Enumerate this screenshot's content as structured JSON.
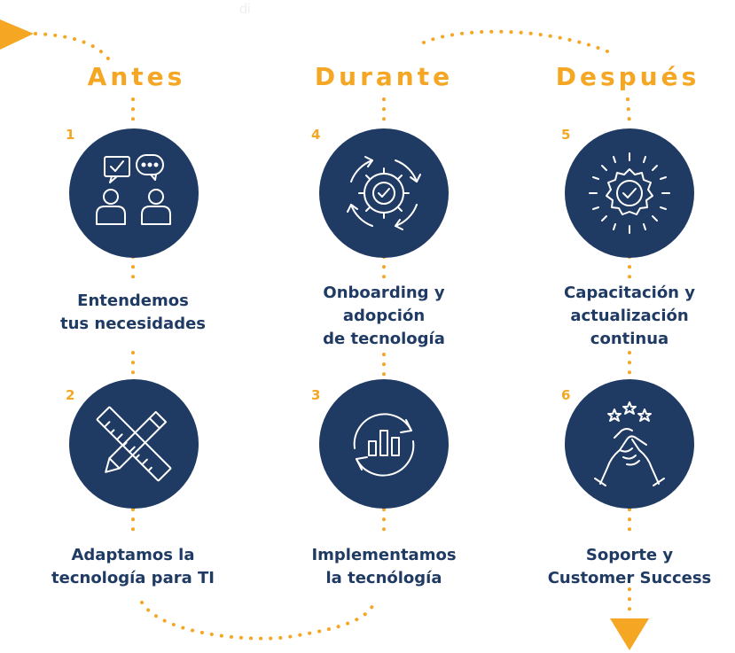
{
  "faint_text": "di",
  "phases": {
    "antes": "Antes",
    "durante": "Durante",
    "despues": "Después"
  },
  "steps": [
    {
      "number": "1",
      "icon": "conversation-icon",
      "label_lines": [
        "Entendemos",
        "tus necesidades"
      ]
    },
    {
      "number": "2",
      "icon": "ruler-pencil-icon",
      "label_lines": [
        "Adaptamos la",
        "tecnología para TI"
      ]
    },
    {
      "number": "3",
      "icon": "chart-cycle-icon",
      "label_lines": [
        "Implementamos",
        "la tecnólogía"
      ]
    },
    {
      "number": "4",
      "icon": "gear-cycle-icon",
      "label_lines": [
        "Onboarding y",
        "adopción",
        "de tecnología"
      ]
    },
    {
      "number": "5",
      "icon": "badge-check-icon",
      "label_lines": [
        "Capacitación y",
        "actualización",
        "continua"
      ]
    },
    {
      "number": "6",
      "icon": "handshake-stars-icon",
      "label_lines": [
        "Soporte y",
        "Customer Success"
      ]
    }
  ],
  "colors": {
    "accent": "#f5a623",
    "navy": "#1f3a63",
    "icon_stroke": "#ffffff"
  }
}
